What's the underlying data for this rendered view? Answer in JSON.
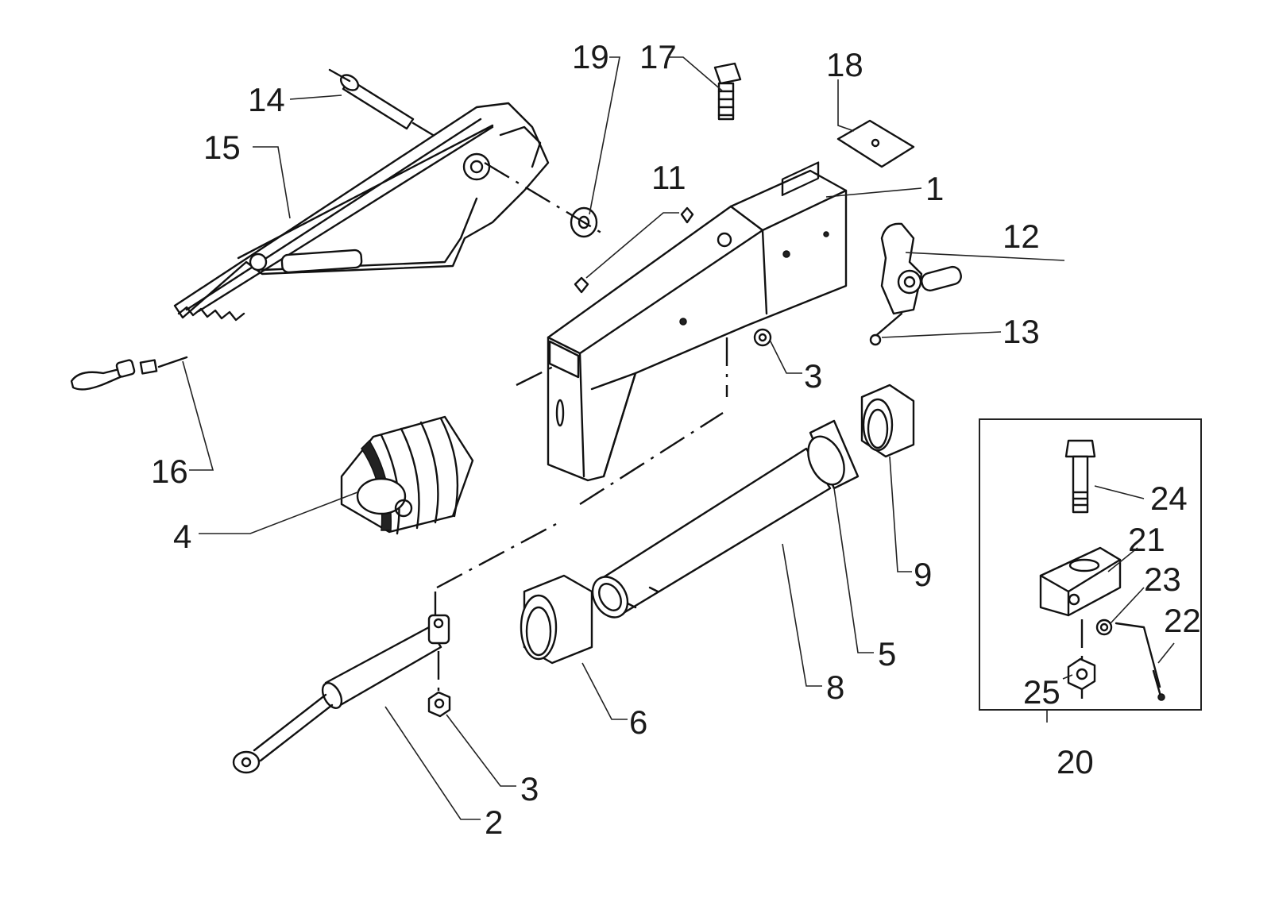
{
  "callouts": {
    "c1": "1",
    "c2": "2",
    "c3a": "3",
    "c3b": "3",
    "c4": "4",
    "c5": "5",
    "c6": "6",
    "c8": "8",
    "c9": "9",
    "c11": "11",
    "c12": "12",
    "c13": "13",
    "c14": "14",
    "c15": "15",
    "c16": "16",
    "c17": "17",
    "c18": "18",
    "c19": "19",
    "c20": "20",
    "c21": "21",
    "c22": "22",
    "c23": "23",
    "c24": "24",
    "c25": "25"
  }
}
